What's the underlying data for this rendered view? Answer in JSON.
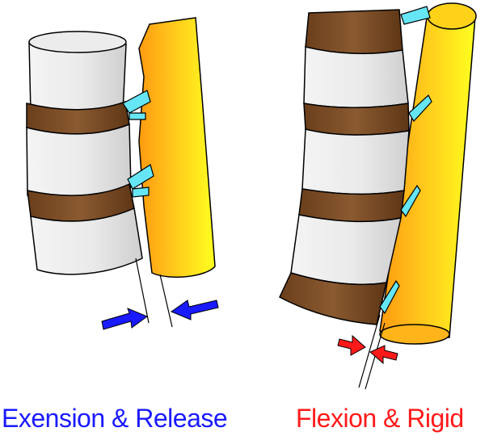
{
  "captions": {
    "left": "Exension & Release",
    "right": "Flexion & Rigid"
  },
  "colors": {
    "extension": "#1a1aff",
    "flexion": "#ff1a1a",
    "vertebra_body": "#e6e6e6",
    "disc": "#7a4a22",
    "rod": "#ffd21a",
    "connector": "#66e6f5"
  },
  "icons": {
    "extension_arrows": "arrow-pair-inward",
    "flexion_arrows": "arrow-pair-inward"
  }
}
